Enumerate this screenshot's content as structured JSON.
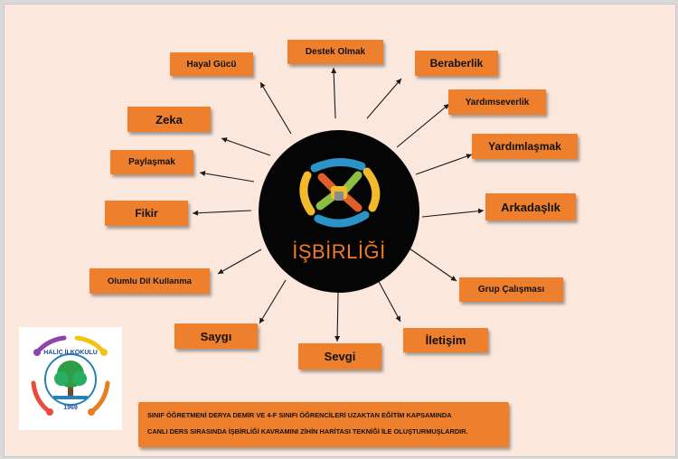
{
  "center": {
    "title": "İŞBİRLİĞİ"
  },
  "nodes": {
    "hayal_gucu": "Hayal Gücü",
    "destek_olmak": "Destek Olmak",
    "beraberlik": "Beraberlik",
    "yardimseverlik": "Yardımseverlik",
    "zeka": "Zeka",
    "yardimlasmak": "Yardımlaşmak",
    "paylasmak": "Paylaşmak",
    "fikir": "Fikir",
    "arkadaslik": "Arkadaşlık",
    "olumlu_dil": "Olumlu Dil Kullanma",
    "grup_calismasi": "Grup Çalışması",
    "saygi": "Saygı",
    "iletisim": "İletişim",
    "sevgi": "Sevgi"
  },
  "note": {
    "line1": "SINIF ÖĞRETMENİ DERYA DEMİR VE 4-F SINIFI ÖĞRENCİLERİ UZAKTAN EĞİTİM KAPSAMINDA",
    "line2": "CANLI DERS SIRASINDA İŞBİRLİĞİ KAVRAMINI ZİHİN HARİTASI TEKNİĞİ İLE OLUŞTURMUŞLARDIR."
  },
  "logo": {
    "name": "HALİÇ İLKOKULU",
    "year": "1969"
  },
  "colors": {
    "node": "#ee7f2d",
    "background": "#fbe7dc",
    "center": "#050505",
    "center_text": "#f07a26"
  },
  "icons": [
    "puzzle-hands-icon",
    "arrow-icon",
    "tree-icon"
  ]
}
